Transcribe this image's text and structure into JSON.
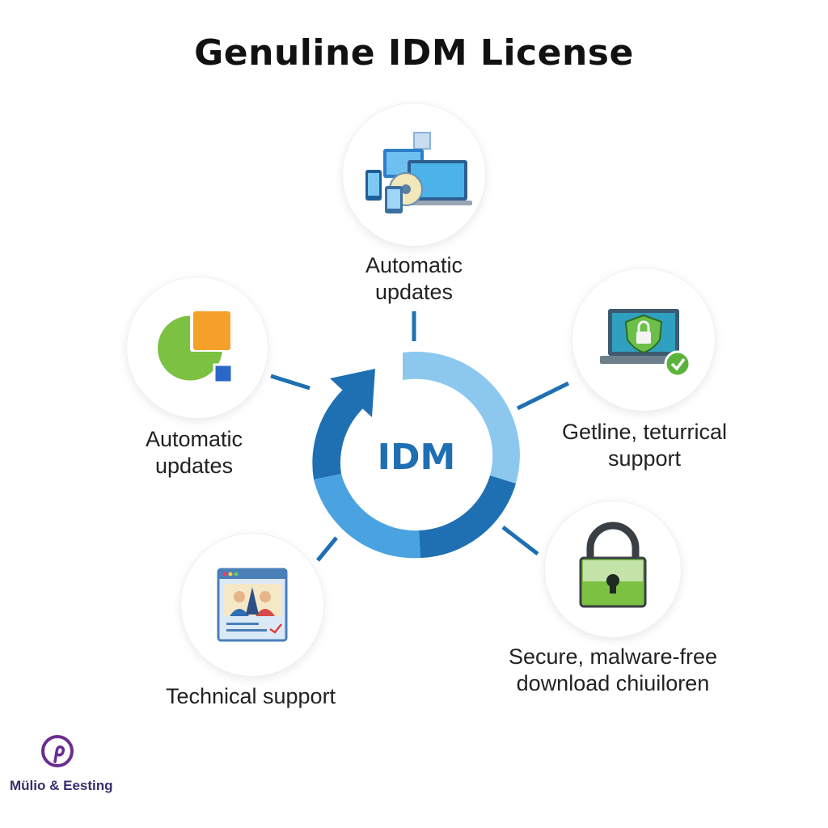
{
  "title": "Genuline IDM License",
  "hub": {
    "label": "IDM"
  },
  "features": [
    {
      "id": "top",
      "lines": [
        "Automatic",
        "updates"
      ],
      "icon": "devices-icon"
    },
    {
      "id": "left",
      "lines": [
        "Automatic",
        "updates"
      ],
      "icon": "chart-icon"
    },
    {
      "id": "right",
      "lines": [
        "Getline, teturrical",
        "support"
      ],
      "icon": "shield-laptop-icon"
    },
    {
      "id": "bottom-left",
      "lines": [
        "Technical support"
      ],
      "icon": "video-call-icon"
    },
    {
      "id": "bottom-right",
      "lines": [
        "Secure, malware-free",
        "download chiuiloren"
      ],
      "icon": "padlock-icon"
    }
  ],
  "brand": {
    "name": "Mülio & Eesting",
    "icon": "pinterest-icon"
  },
  "colors": {
    "dark_blue": "#1f6fb3",
    "mid_blue": "#3d9bd9",
    "light_blue": "#8cc8ee",
    "green": "#7cc142",
    "orange": "#f5a02a",
    "brand_purple": "#6b2d8f"
  }
}
